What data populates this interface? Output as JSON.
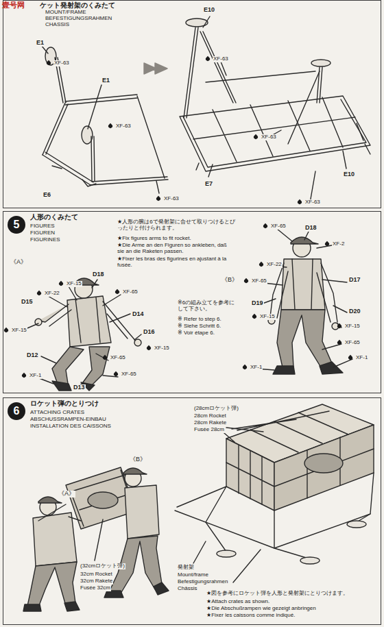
{
  "diagram": {
    "nodes": [
      {
        "text": [
          "ケット発射架のくみたて",
          "MOUNT/FRAME",
          "BEFESTIGUNGSRAHMEN",
          "CHASSIS"
        ]
      },
      {
        "text": [
          "人形のくみたて",
          "FIGURES",
          "FIGUREN",
          "FIGURINES"
        ]
      },
      {
        "text": [
          "5"
        ],
        "in": 1
      },
      {
        "text": [
          "ロケット弾のとりつけ",
          "ATTACHING CRATES",
          "ABSCHUSSRAMPEN-EINBAU",
          "INSTALLATION DES CAISSONS"
        ]
      },
      {
        "text": [
          "6"
        ],
        "in": 3
      }
    ],
    "labels": [
      "壹号网",
      "E1",
      "XF-63",
      "E1",
      "XF-63",
      "E6",
      "XF-63",
      "E10",
      "XF-63",
      "XF-63",
      "E7",
      "E10",
      "XF-63",
      "★人形の腕は6で発射架に合せて取りつけるとぴったりと付けられます。",
      "★Fix figures arms to fit rocket.",
      "★Die Arme an den Figuren so ankleben, daß sie an die Raketen passen.",
      "★Fixer les bras des figurines en ajustant à la fusée.",
      "《A》",
      "D18",
      "XF-15",
      "XF-22",
      "D15",
      "XF-65",
      "D14",
      "XF-15",
      "D16",
      "XF-15",
      "D12",
      "XF-65",
      "XF-65",
      "XF-1",
      "D13",
      "※6の組み立てを参考にして下さい。",
      "※ Refer to step 6.",
      "※ Siehe Schritt 6.",
      "※ Voir étape 6.",
      "XF-65",
      "D18",
      "XF-2",
      "XF-22",
      "《B》",
      "XF-65",
      "D17",
      "D19",
      "D20",
      "XF-15",
      "XF-15",
      "XF-65",
      "XF-1",
      "XF-1",
      "(28cmロケット弾)",
      "28cm Rocket",
      "28cm Rakete",
      "Fusée 28cm",
      "《B》",
      "《A》",
      "(32cmロケット弾)",
      "32cm Rocket",
      "32cm Rakete",
      "Fusée 32cm",
      "発射架",
      "Mount/frame",
      "Befestigungsrahmen",
      "Châssis",
      "★図を参考にロケット弾を人形と発射架にとりつけます。",
      "★Attach crates as shown.",
      "★Die Abschußrampen wie gezeigt anbringen",
      "★Fixer les caissons comme indiqué."
    ]
  }
}
